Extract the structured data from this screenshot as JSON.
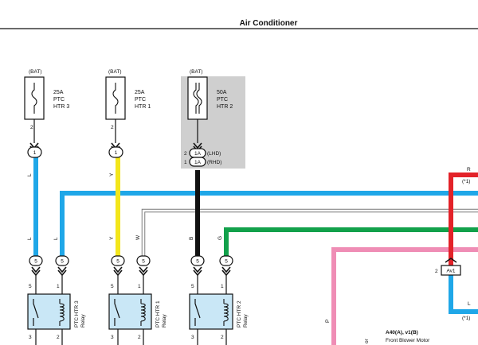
{
  "header": {
    "title": "Air Conditioner"
  },
  "fuses": [
    {
      "source": "(BAT)",
      "amp": "25A",
      "l1": "PTC",
      "l2": "HTR 3",
      "pin": "2"
    },
    {
      "source": "(BAT)",
      "amp": "25A",
      "l1": "PTC",
      "l2": "HTR 1",
      "pin": "2"
    },
    {
      "source": "(BAT)",
      "amp": "50A",
      "l1": "PTC",
      "l2": "HTR 2",
      "pin_lhd": "2",
      "pin_rhd": "1",
      "conn": "1A",
      "lhd": "(LHD)",
      "rhd": "(RHD)"
    }
  ],
  "upper_connectors": [
    "1",
    "1"
  ],
  "wire_labels": {
    "w1": "L",
    "w1b": "L",
    "w2": "L",
    "w3": "Y",
    "w3b": "Y",
    "w4": "W",
    "w5": "B",
    "w6": "G",
    "red": "R",
    "pink": "P",
    "blue_right": "L"
  },
  "lower_connectors": [
    "5",
    "5",
    "5",
    "5",
    "5",
    "5"
  ],
  "relays": [
    {
      "name": "PTC HTR 3",
      "sub": "Relay",
      "pin_tl": "5",
      "pin_tr": "1",
      "pin_bl": "3",
      "pin_br": "2"
    },
    {
      "name": "PTC HTR 1",
      "sub": "Relay",
      "pin_tl": "5",
      "pin_tr": "1",
      "pin_bl": "3",
      "pin_br": "2"
    },
    {
      "name": "PTC HTR 2",
      "sub": "Relay",
      "pin_tl": "5",
      "pin_tr": "1",
      "pin_bl": "3",
      "pin_br": "2"
    }
  ],
  "right_side": {
    "star1": "(*1)",
    "star2": "(*1)",
    "av_pin": "2",
    "av_label": "Av1",
    "motor_code": "A40(A), v1(B)",
    "motor_name": "Front Blower Motor",
    "or_text": "or"
  },
  "colors": {
    "blue": "#1fa7e8",
    "yellow": "#f3e61b",
    "black": "#111111",
    "green": "#12a14b",
    "red": "#e32229",
    "pink": "#ef8db5",
    "relay_fill": "#c9e7f6",
    "fuse_highlight": "#cfcfcf"
  }
}
